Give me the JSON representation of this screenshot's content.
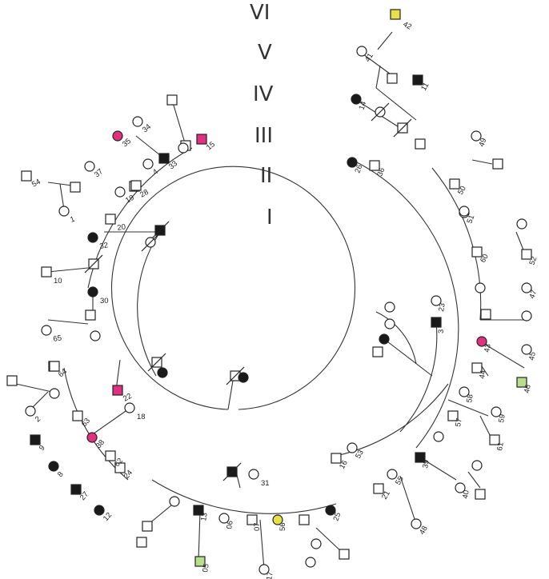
{
  "generations": [
    "VI",
    "V",
    "IV",
    "III",
    "II",
    "I"
  ],
  "colors": {
    "affected": "#1a1a1a",
    "unaffected": "#ffffff",
    "pink": "#e0307e",
    "yellow": "#e8e04a",
    "green_border": "#4aa84a",
    "line": "#333333"
  },
  "individuals": [
    {
      "id": "42",
      "sex": "square",
      "status": "yellow"
    },
    {
      "id": "41",
      "sex": "circle",
      "status": "unaffected"
    },
    {
      "id": "11",
      "sex": "square",
      "status": "affected"
    },
    {
      "id": "14",
      "sex": "circle",
      "status": "affected"
    },
    {
      "id": "26",
      "sex": "circle",
      "status": "affected"
    },
    {
      "id": "36",
      "sex": "square",
      "status": "unaffected"
    },
    {
      "id": "49",
      "sex": "circle",
      "status": "unaffected"
    },
    {
      "id": "50",
      "sex": "square",
      "status": "unaffected"
    },
    {
      "id": "51",
      "sex": "circle",
      "status": "unaffected"
    },
    {
      "id": "60",
      "sex": "square",
      "status": "unaffected"
    },
    {
      "id": "52",
      "sex": "square",
      "status": "unaffected"
    },
    {
      "id": "47",
      "sex": "circle",
      "status": "unaffected"
    },
    {
      "id": "23",
      "sex": "circle",
      "status": "unaffected"
    },
    {
      "id": "3",
      "sex": "square",
      "status": "affected"
    },
    {
      "id": "43",
      "sex": "circle",
      "status": "pink"
    },
    {
      "id": "45",
      "sex": "circle",
      "status": "unaffected"
    },
    {
      "id": "44",
      "sex": "square",
      "status": "unaffected"
    },
    {
      "id": "46",
      "sex": "square",
      "status": "green"
    },
    {
      "id": "58",
      "sex": "circle",
      "status": "unaffected"
    },
    {
      "id": "57",
      "sex": "square",
      "status": "unaffected"
    },
    {
      "id": "59",
      "sex": "circle",
      "status": "unaffected"
    },
    {
      "id": "61",
      "sex": "square",
      "status": "unaffected"
    },
    {
      "id": "39",
      "sex": "square",
      "status": "affected"
    },
    {
      "id": "40",
      "sex": "circle",
      "status": "unaffected"
    },
    {
      "id": "53",
      "sex": "circle",
      "status": "unaffected"
    },
    {
      "id": "16",
      "sex": "square",
      "status": "unaffected"
    },
    {
      "id": "55",
      "sex": "circle",
      "status": "unaffected"
    },
    {
      "id": "21",
      "sex": "square",
      "status": "unaffected"
    },
    {
      "id": "48",
      "sex": "circle",
      "status": "unaffected"
    },
    {
      "id": "25",
      "sex": "circle",
      "status": "affected"
    },
    {
      "id": "31",
      "sex": "circle",
      "status": "unaffected"
    },
    {
      "id": "56",
      "sex": "circle",
      "status": "yellow"
    },
    {
      "id": "07",
      "sex": "square",
      "status": "unaffected"
    },
    {
      "id": "17",
      "sex": "circle",
      "status": "unaffected"
    },
    {
      "id": "13",
      "sex": "square",
      "status": "affected"
    },
    {
      "id": "06",
      "sex": "circle",
      "status": "unaffected"
    },
    {
      "id": "05",
      "sex": "square",
      "status": "green"
    },
    {
      "id": "24",
      "sex": "square",
      "status": "unaffected"
    },
    {
      "id": "12",
      "sex": "circle",
      "status": "affected"
    },
    {
      "id": "27",
      "sex": "square",
      "status": "affected"
    },
    {
      "id": "62",
      "sex": "square",
      "status": "unaffected"
    },
    {
      "id": "38",
      "sex": "circle",
      "status": "pink"
    },
    {
      "id": "8",
      "sex": "circle",
      "status": "affected"
    },
    {
      "id": "9",
      "sex": "square",
      "status": "affected"
    },
    {
      "id": "63",
      "sex": "square",
      "status": "unaffected"
    },
    {
      "id": "22",
      "sex": "square",
      "status": "pink"
    },
    {
      "id": "18",
      "sex": "circle",
      "status": "unaffected"
    },
    {
      "id": "64",
      "sex": "square",
      "status": "unaffected"
    },
    {
      "id": "2",
      "sex": "circle",
      "status": "unaffected"
    },
    {
      "id": "65",
      "sex": "circle",
      "status": "unaffected"
    },
    {
      "id": "30",
      "sex": "circle",
      "status": "affected"
    },
    {
      "id": "10",
      "sex": "square",
      "status": "unaffected"
    },
    {
      "id": "32",
      "sex": "circle",
      "status": "affected"
    },
    {
      "id": "20",
      "sex": "square",
      "status": "unaffected"
    },
    {
      "id": "1",
      "sex": "circle",
      "status": "unaffected"
    },
    {
      "id": "54",
      "sex": "square",
      "status": "unaffected"
    },
    {
      "id": "19",
      "sex": "circle",
      "status": "unaffected"
    },
    {
      "id": "28",
      "sex": "square",
      "status": "unaffected"
    },
    {
      "id": "37",
      "sex": "circle",
      "status": "unaffected"
    },
    {
      "id": "4",
      "sex": "circle",
      "status": "unaffected"
    },
    {
      "id": "33",
      "sex": "square",
      "status": "affected"
    },
    {
      "id": "35",
      "sex": "circle",
      "status": "pink"
    },
    {
      "id": "34",
      "sex": "circle",
      "status": "unaffected"
    },
    {
      "id": "15",
      "sex": "square",
      "status": "pink"
    }
  ]
}
